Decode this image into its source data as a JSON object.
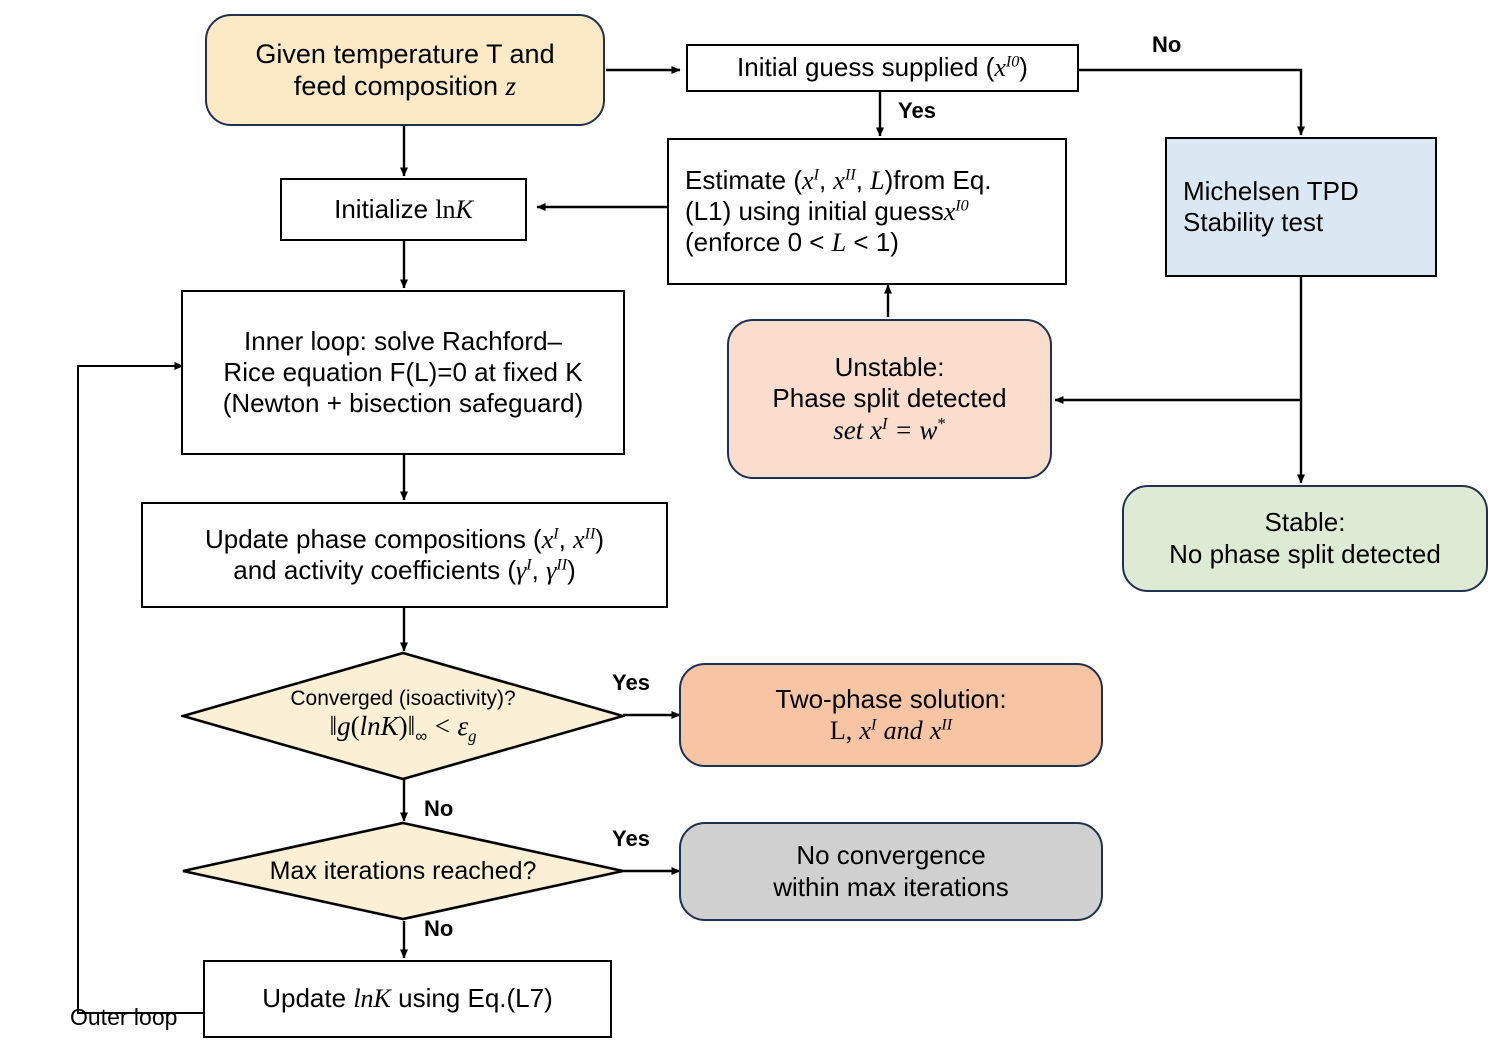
{
  "diagram": {
    "title": "Two-phase flash calculation with stability analysis",
    "colors": {
      "start_fill": "#FCE9C5",
      "process_fill": "#FFFFFF",
      "stability_fill": "#DBE7F3",
      "unstable_fill": "#FADDCD",
      "stable_fill": "#DEEBD4",
      "solution_fill": "#F7C5A3",
      "failure_fill": "#D0D0D0",
      "decision_fill": "#FBEFD5",
      "stroke": "#000000",
      "round_stroke": "#1F3050"
    }
  },
  "nodes": {
    "start": {
      "name": "start-given-conditions",
      "shape": "rounded",
      "line1": "Given temperature T and",
      "line2_pre": "feed composition ",
      "line2_var": "z"
    },
    "initial_guess": {
      "name": "initial-guess-supplied",
      "shape": "rect",
      "text_pre": "Initial guess supplied (",
      "var": "x",
      "sup": "I0",
      "text_post": ")"
    },
    "estimate": {
      "name": "estimate-compositions",
      "shape": "rect",
      "line1": "Estimate (x^I, x^II, L) from Eq.",
      "line2": "(L1) using initial guess x^I0",
      "line3": "(enforce 0 < L < 1)"
    },
    "stability": {
      "name": "michelsen-tpd-stability-test",
      "shape": "rect",
      "line1": "Michelsen TPD",
      "line2": "Stability test"
    },
    "unstable": {
      "name": "unstable-phase-split",
      "shape": "rounded",
      "line1": "Unstable:",
      "line2": "Phase split detected",
      "line3": "set x^I = w*"
    },
    "stable": {
      "name": "stable-no-phase-split",
      "shape": "rounded",
      "line1": "Stable:",
      "line2": "No phase split detected"
    },
    "initialize": {
      "name": "initialize-lnk",
      "shape": "rect",
      "text_pre": "Initialize ",
      "text_math": "lnK"
    },
    "inner_loop": {
      "name": "inner-loop-rachford-rice",
      "shape": "rect",
      "line1": "Inner loop: solve Rachford–",
      "line2": "Rice equation F(L)=0 at fixed K",
      "line3": "(Newton + bisection safeguard)"
    },
    "update_comp": {
      "name": "update-phase-compositions",
      "shape": "rect",
      "line1": "Update phase compositions (x^I, x^II)",
      "line2": "and activity coefficients (γ^I, γ^II)"
    },
    "converged": {
      "name": "decision-converged-isoactivity",
      "shape": "diamond",
      "line1": "Converged (isoactivity)?",
      "line2": "||g(lnK)||∞ < εg"
    },
    "two_phase": {
      "name": "two-phase-solution",
      "shape": "rounded",
      "line1": "Two-phase solution:",
      "line2": "L, x^I and x^II"
    },
    "max_iter": {
      "name": "decision-max-iterations-reached",
      "shape": "diamond",
      "line1": "Max iterations reached?"
    },
    "no_convergence": {
      "name": "no-convergence-result",
      "shape": "rounded",
      "line1": "No convergence",
      "line2": "within max iterations"
    },
    "update_lnk": {
      "name": "update-lnk-eq-l7",
      "shape": "rect",
      "text_pre": "Update ",
      "text_math": "lnK",
      "text_post": " using Eq.(L7)"
    }
  },
  "edge_labels": {
    "no_top_right": "No",
    "yes_initial_guess": "Yes",
    "yes_converged": "Yes",
    "no_converged": "No",
    "yes_max_iter": "Yes",
    "no_max_iter": "No",
    "outer_loop": "Outer loop"
  }
}
